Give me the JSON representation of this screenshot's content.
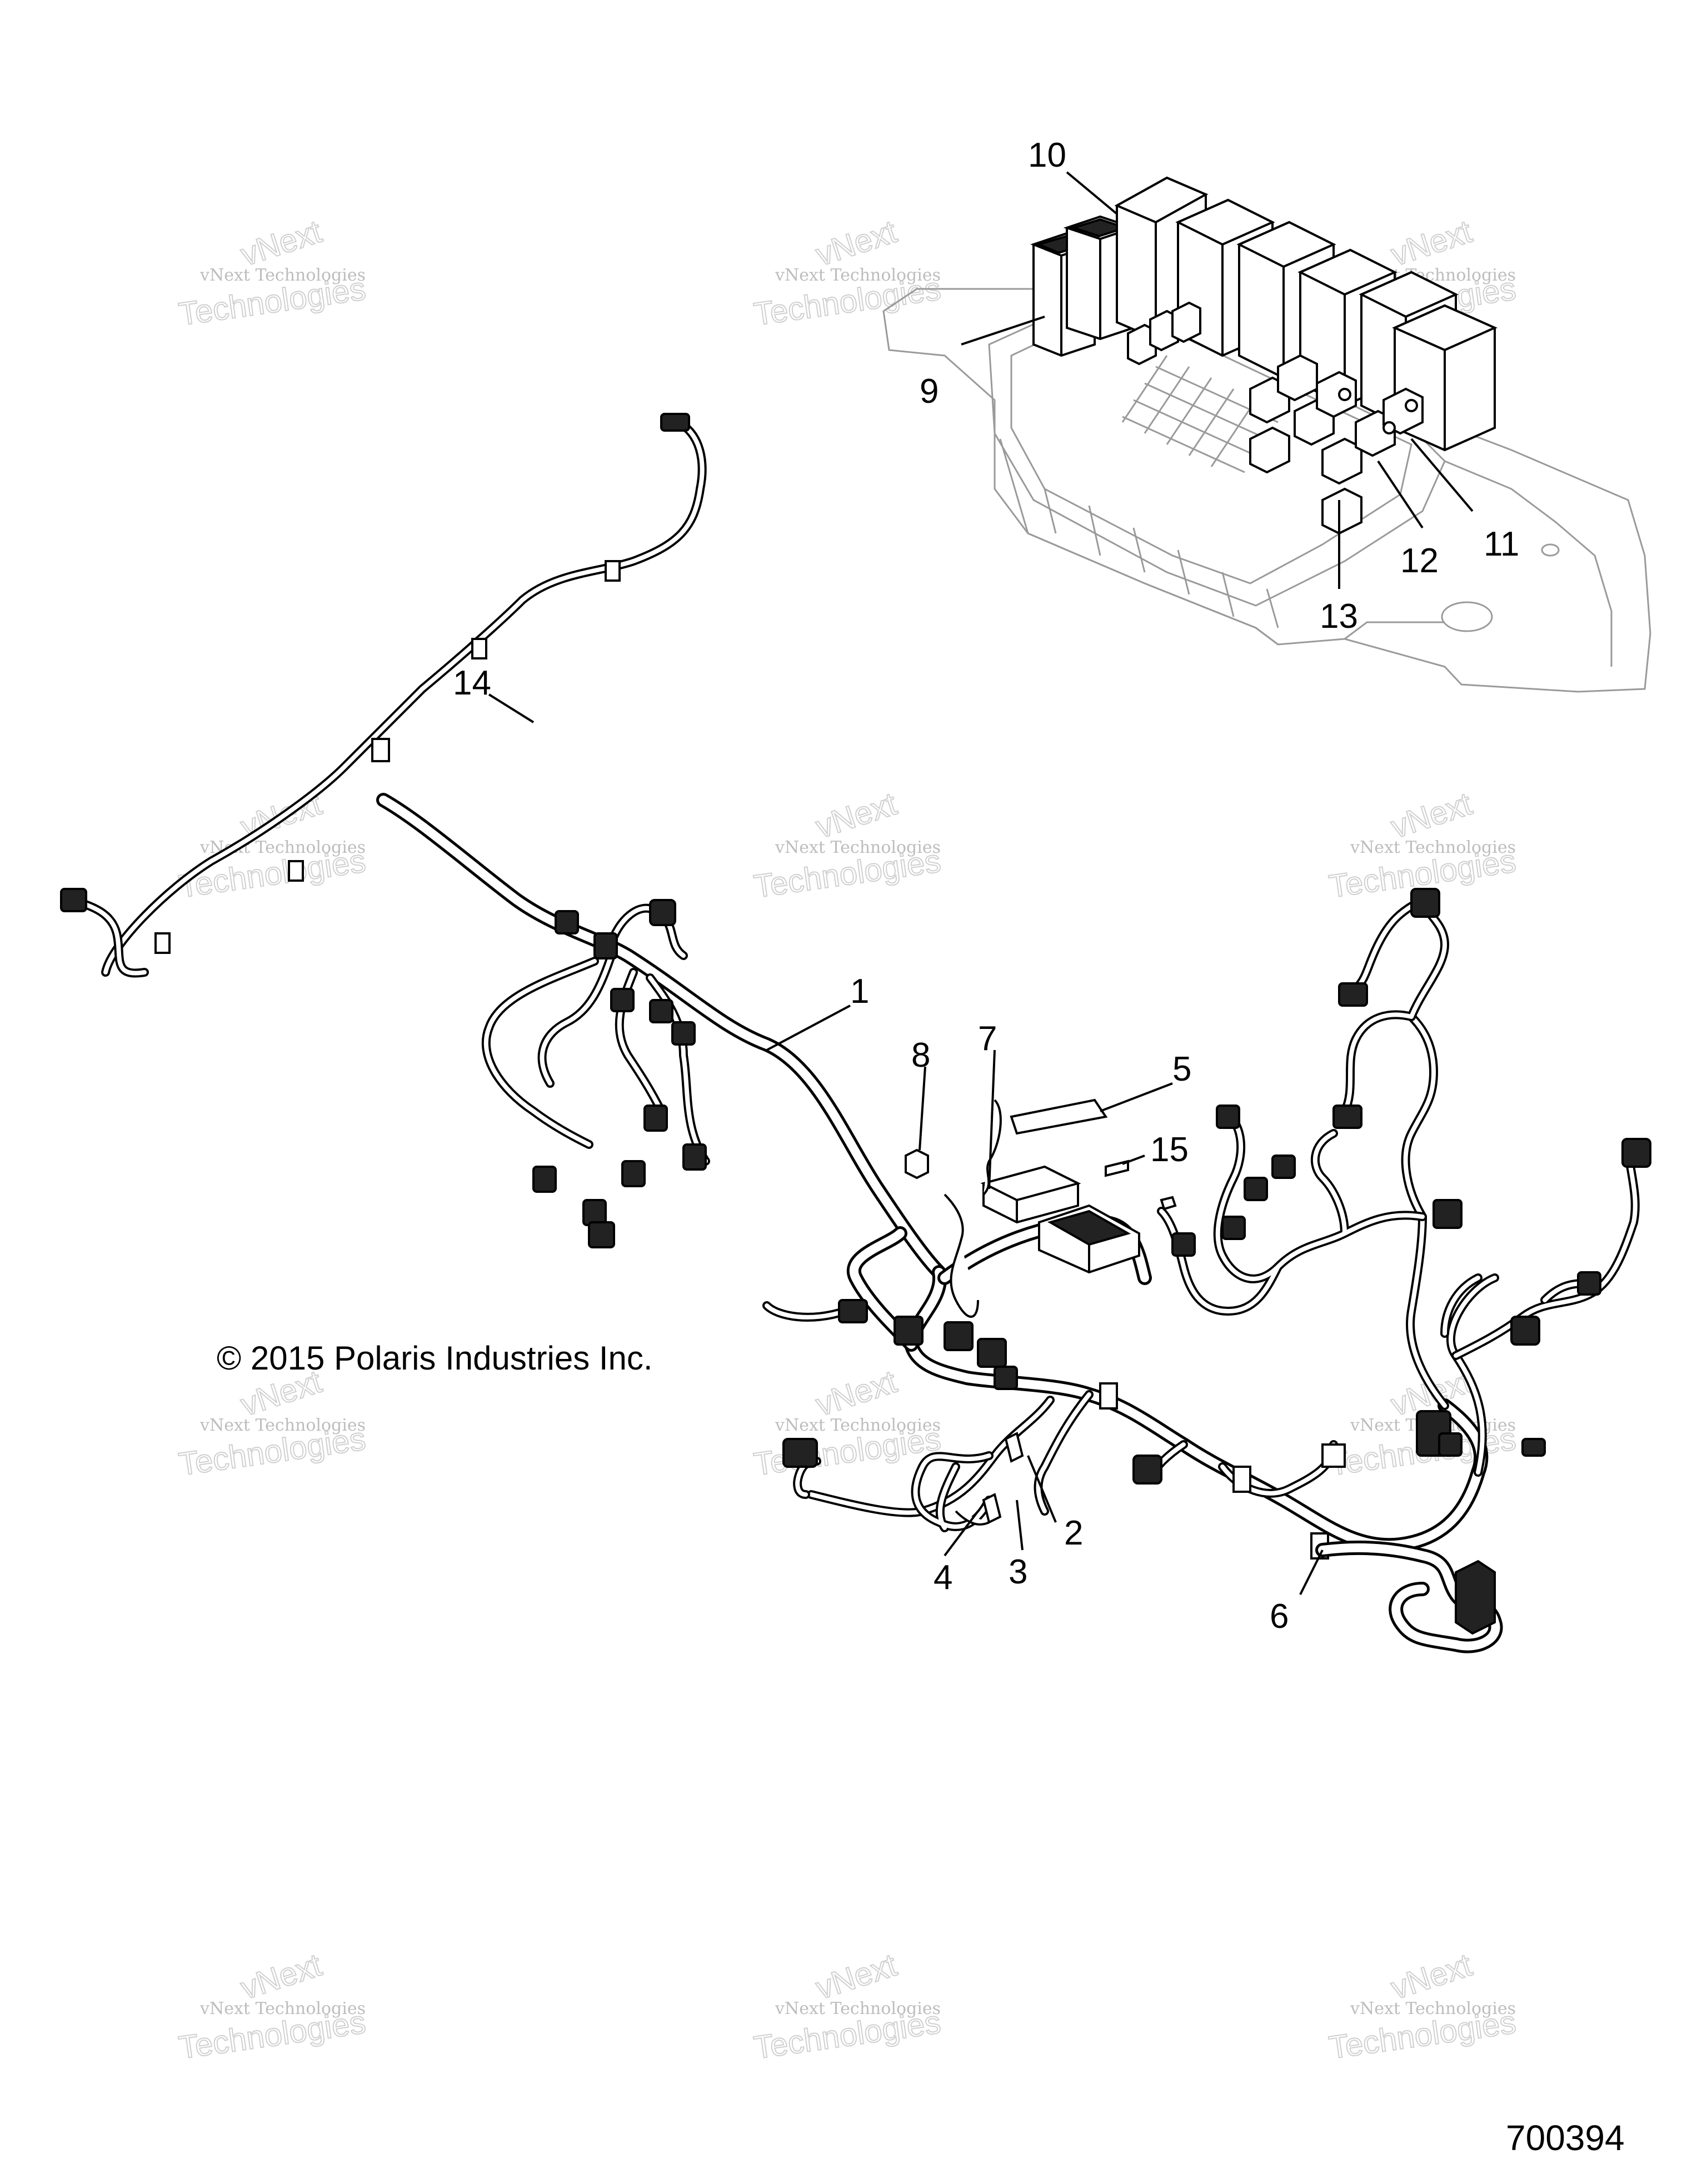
{
  "diagram": {
    "copyright": "© 2015 Polaris Industries Inc.",
    "document_number": "700394",
    "watermark": {
      "line1": "vNext Technologies",
      "line2": "Technologies",
      "arc_text": "vNext"
    },
    "callouts": [
      {
        "id": "1",
        "label": "1"
      },
      {
        "id": "2",
        "label": "2"
      },
      {
        "id": "3",
        "label": "3"
      },
      {
        "id": "4",
        "label": "4"
      },
      {
        "id": "5",
        "label": "5"
      },
      {
        "id": "6",
        "label": "6"
      },
      {
        "id": "7",
        "label": "7"
      },
      {
        "id": "8",
        "label": "8"
      },
      {
        "id": "9",
        "label": "9"
      },
      {
        "id": "10",
        "label": "10"
      },
      {
        "id": "11",
        "label": "11"
      },
      {
        "id": "12",
        "label": "12"
      },
      {
        "id": "13",
        "label": "13"
      },
      {
        "id": "14",
        "label": "14"
      },
      {
        "id": "15",
        "label": "15"
      }
    ]
  }
}
